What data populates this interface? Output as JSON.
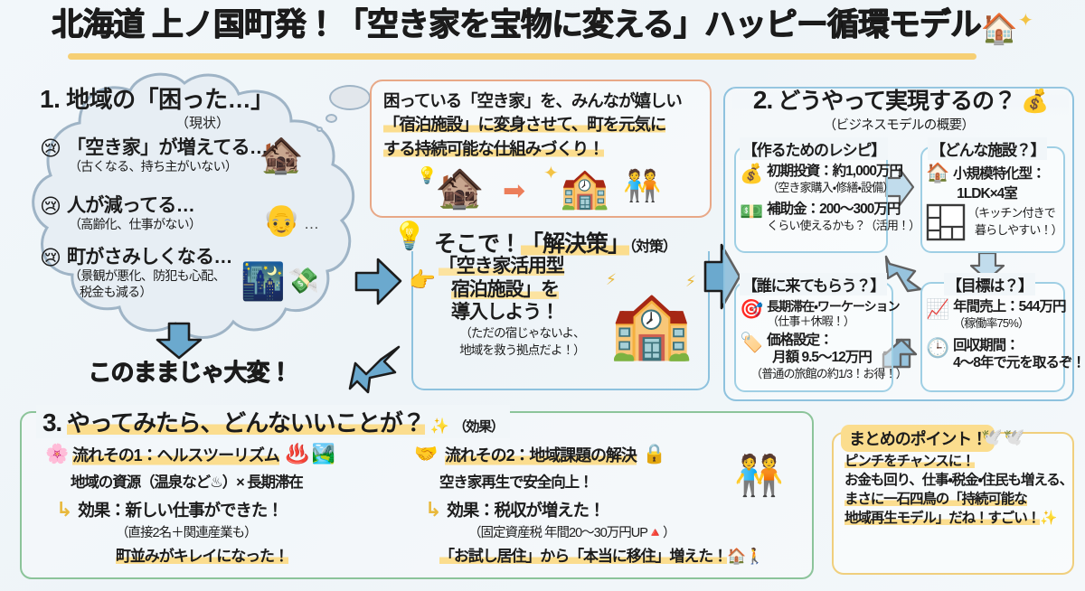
{
  "title": {
    "text": "北海道 上ノ国町発！「空き家を宝物に変える」ハッピー循環モデル",
    "house_icon": "house-icon",
    "sparkle_icon": "sparkle-icon"
  },
  "section1": {
    "heading_num": "1.",
    "heading": "地域の「困った…」",
    "subtitle": "（現状）",
    "problems": [
      {
        "icon": "sad-face-icon",
        "main": "「空き家」が増えてる…",
        "note": "（古くなる、持ち主がいない）"
      },
      {
        "icon": "sad-face-icon",
        "main": "人が減ってる…",
        "note": "（高齢化、仕事がない）"
      },
      {
        "icon": "sad-face-icon",
        "main": "町がさみしくなる…",
        "note": "（景観が悪化、防犯も心配、",
        "note2": "税金も減る）"
      }
    ],
    "conclusion": "このままじゃ大変！",
    "illustrations": [
      "vacant-house-illustration",
      "elderly-person-illustration",
      "dark-street-illustration",
      "flying-money-illustration"
    ]
  },
  "goal_box": {
    "lines": [
      "困っている「空き家」を、みんなが嬉しい",
      "「宿泊施設」に変身させて、町を元気に",
      "する持続可能な仕組みづくり！"
    ],
    "illustration": "old-house-to-new-inn-transformation"
  },
  "solution": {
    "lead": "そこで！",
    "keyword": "「解決策」",
    "suffix": "（対策）",
    "bulb_icon": "lightbulb-icon",
    "hand_icon": "pointing-hand-icon",
    "line1": "「空き家活用型",
    "line2": "宿泊施設」を",
    "line3": "導入しよう！",
    "note1": "（ただの宿じゃないよ、",
    "note2": "地域を救う拠点だよ！）",
    "illustration": "guesthouse-illustration"
  },
  "section2": {
    "heading_num": "2.",
    "heading": "どうやって実現するの？",
    "money_bag_icon": "money-bag-icon",
    "subtitle": "（ビジネスモデルの概要）",
    "boxes": [
      {
        "caption": "【作るためのレシピ】",
        "items": [
          {
            "icon": "money-bag-hammer-icon",
            "main": "初期投資：約1,000万円",
            "note": "（空き家購入・修繕・設備）"
          },
          {
            "icon": "cash-in-hand-icon",
            "main": "補助金：200〜300万円",
            "note": "くらい使えるかも？（活用！）"
          }
        ]
      },
      {
        "caption": "【どんな施設？】",
        "items": [
          {
            "icon": "house-icon",
            "main": "小規模特化型：",
            "main2": "1LDK×4室",
            "note": "（キッチン付きで",
            "note2": "暮らしやすい！）",
            "extra_icon": "floor-plan-icon"
          }
        ]
      },
      {
        "caption": "【誰に来てもらう？】",
        "items": [
          {
            "icon": "target-dart-icon",
            "main": "長期滞在・ワーケーション",
            "note": "（仕事＋休暇！）"
          },
          {
            "icon": "price-tag-icon",
            "main": "価格設定：",
            "main2": "月額 9.5〜12万円",
            "note": "（普通の旅館の約1/3！お得！）"
          }
        ]
      },
      {
        "caption": "【目標は？】",
        "items": [
          {
            "icon": "bar-chart-up-icon",
            "main": "年間売上：544万円",
            "note": "（稼働率75%）"
          },
          {
            "icon": "clock-recycle-icon",
            "main": "回収期間：",
            "main2": "4〜8年で元を取るぞ！"
          }
        ]
      }
    ]
  },
  "section3": {
    "heading_num": "3.",
    "heading": "やってみたら、どんないいことが？",
    "sparkle_icon": "sparkle-icon",
    "suffix": "（効果）",
    "flows": [
      {
        "icon": "cherry-blossom-icon",
        "head": "流れその1：ヘルスツーリズム",
        "head_icons": [
          "hot-spring-icon",
          "nature-park-icon"
        ],
        "sub": "地域の資源（温泉など♨）× 長期滞在",
        "effect_arrow": "down-right-arrow-icon",
        "effect": "効果：新しい仕事ができた！",
        "note": "（直接2名＋関連産業も）",
        "note2": "町並みがキレイになった！"
      },
      {
        "icon": "handshake-icon",
        "head": "流れその2：地域課題の解決",
        "head_icons": [
          "safe-box-icon"
        ],
        "sub": "空き家再生で安全向上！",
        "effect_arrow": "down-right-arrow-icon",
        "effect": "効果：税収が増えた！",
        "note": "（固定資産税 年間20〜30万円UP🔺）",
        "note2": "「お試し居住」から「本当に移住」増えた！",
        "note2_icons": [
          "house-icon",
          "walking-person-icon"
        ]
      }
    ],
    "people_illustration": "happy-couple-illustration"
  },
  "summary": {
    "caption": "まとめのポイント！",
    "birds_icon": "doves-icon",
    "lines": [
      "ピンチをチャンスに！",
      "お金も回り、仕事・税金・住民も増える、",
      "まさに一石四鳥の「持続可能な",
      "地域再生モデル」だね！すごい！"
    ],
    "sparkle_icon": "sparkle-icon"
  },
  "colors": {
    "background": "#f1f6f9",
    "title_underline": "#f6cf74",
    "highlight": "#fbdd8e",
    "blue_border": "#8ec2de",
    "orange_border": "#e8a887",
    "green_border": "#8cc49a",
    "yellow_border": "#f0cf7d",
    "arrow_blue": "#67a9cf",
    "cloud_border": "#9fb4c6"
  }
}
